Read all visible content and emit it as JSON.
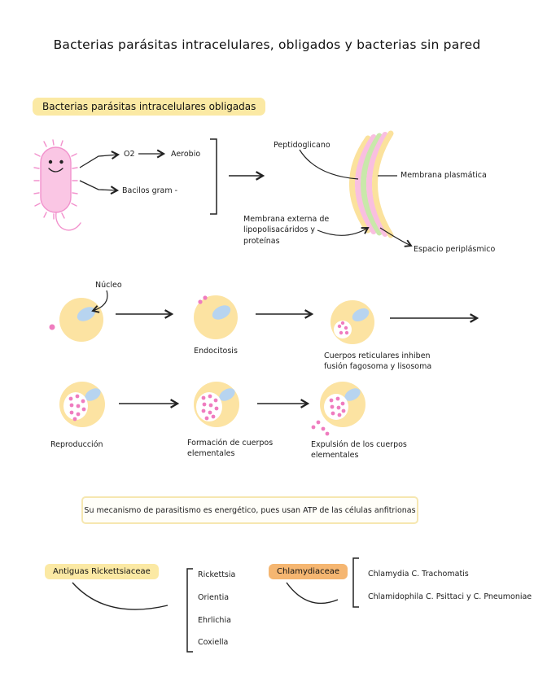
{
  "page": {
    "title": "Bacterias parásitas intracelulares, obligados y bacterias sin pared"
  },
  "section": {
    "heading": "Bacterias parásitas intracelulares obligadas"
  },
  "bacteria": {
    "o2_label": "O2",
    "aerobio_label": "Aerobio",
    "bacilos_label": "Bacilos gram -"
  },
  "membrane": {
    "peptidoglicano": "Peptidoglicano",
    "membrana_plasmatica": "Membrana plasmática",
    "membrana_externa": "Membrana externa de lipopolisacáridos y proteínas",
    "espacio_periplasmico": "Espacio periplásmico"
  },
  "cycle": {
    "nucleo": "Núcleo",
    "endocitosis": "Endocitosis",
    "cuerpos_reticulares": "Cuerpos reticulares inhiben fusión fagosoma y lisosoma",
    "reproduccion": "Reproducción",
    "formacion": "Formación de cuerpos elementales",
    "expulsion": "Expulsión de los cuerpos elementales"
  },
  "note": {
    "text": "Su mecanismo de parasitismo es energético, pues usan ATP de las células anfitrionas"
  },
  "taxonomy": {
    "rickettsia": {
      "label": "Antiguas Rickettsiaceae",
      "items": [
        "Rickettsia",
        "Orientia",
        "Ehrlichia",
        "Coxiella"
      ]
    },
    "chlamydia": {
      "label": "Chlamydiaceae",
      "items": [
        "Chlamydia C. Trachomatis",
        "Chlamidophila C. Psittaci y C. Pneumoniae"
      ]
    }
  },
  "colors": {
    "highlight_yellow": "#fbe9a4",
    "highlight_orange": "#f5b671",
    "cell_yellow": "#fce3a2",
    "nucleus_blue": "#b7d4f0",
    "bacteria_pink": "#fac6e4",
    "bacteria_outline_pink": "#f292cd",
    "elementary_body_pink": "#ef7cbf",
    "membrane_green": "#c9e8aa",
    "note_border": "#f6e7b0"
  }
}
